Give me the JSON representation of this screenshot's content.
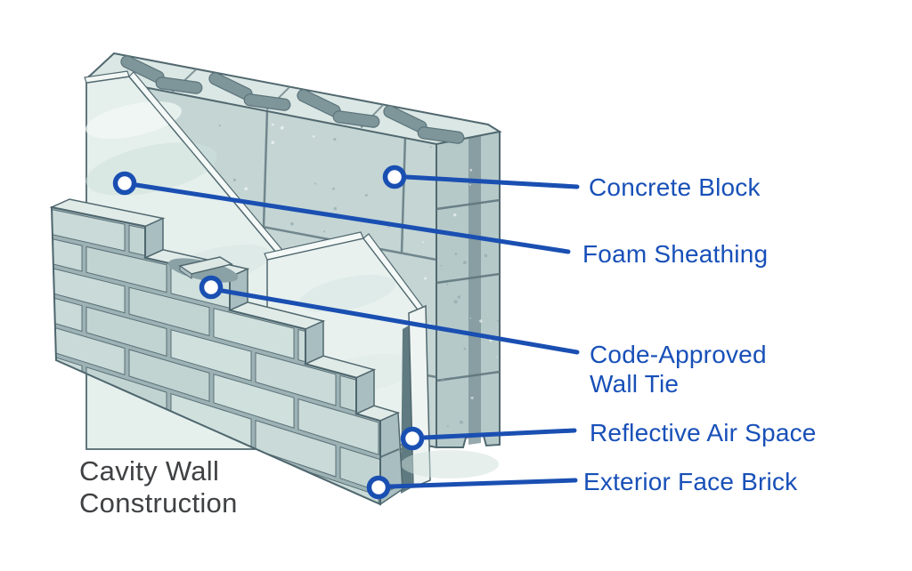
{
  "diagram": {
    "title_line1": "Cavity Wall",
    "title_line2": "Construction",
    "callouts": [
      {
        "id": "concrete-block",
        "label": "Concrete Block"
      },
      {
        "id": "foam-sheathing",
        "label": "Foam Sheathing"
      },
      {
        "id": "code-approved-wall-tie",
        "label": "Code-Approved",
        "label_line2": "Wall Tie"
      },
      {
        "id": "reflective-air-space",
        "label": "Reflective Air Space"
      },
      {
        "id": "exterior-face-brick",
        "label": "Exterior Face Brick"
      }
    ],
    "colors": {
      "accent_blue": "#1850b8",
      "leader_blue": "#1a4fb2",
      "title_gray": "#3f4143",
      "block_face": "#c4d5d4",
      "block_top": "#dbe7e4",
      "block_end": "#b6c9c9",
      "hole_dark": "#7e969a",
      "foam_light": "#e5efec",
      "foam_edge": "#f4f9f7",
      "brick_face": "#c9dad8",
      "brick_top": "#e0ebe8",
      "brick_side": "#a9bec0",
      "mortar": "#9db2b4",
      "outline": "#51686f"
    }
  }
}
